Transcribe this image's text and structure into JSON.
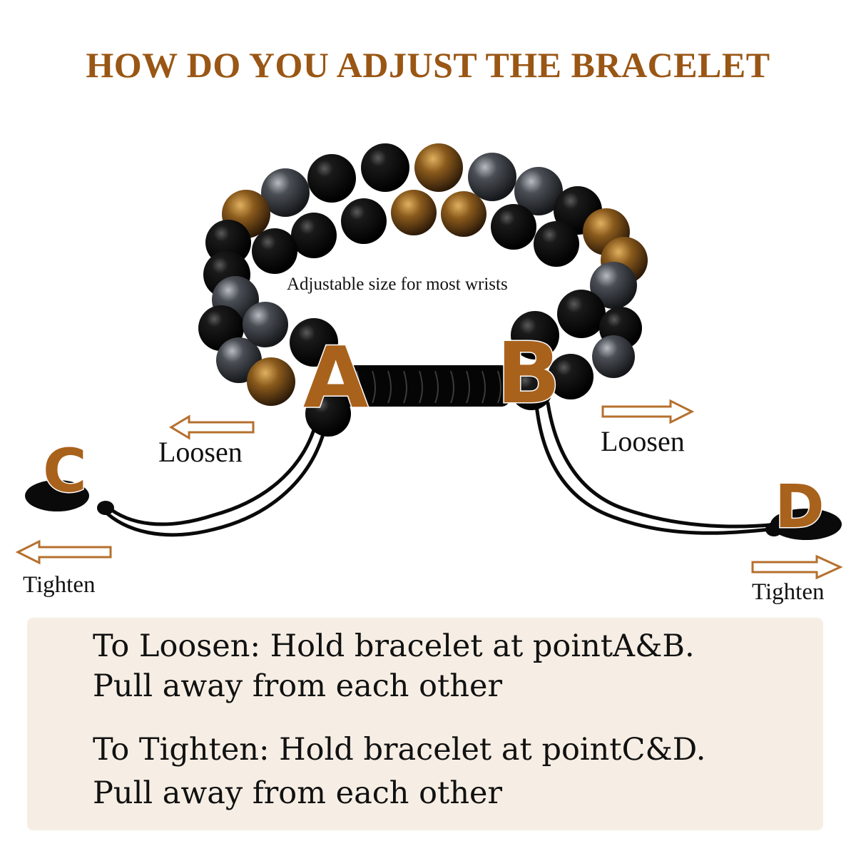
{
  "title": "HOW DO YOU ADJUST THE BRACELET",
  "subtitle": "Adjustable size for most wrists",
  "labels": {
    "loosen_left": "Loosen",
    "loosen_right": "Loosen",
    "tighten_left": "Tighten",
    "tighten_right": "Tighten"
  },
  "points": {
    "a": "A",
    "b": "B",
    "c": "C",
    "d": "D"
  },
  "instructions": {
    "loosen_line1": "To Loosen: Hold bracelet at pointA&B.",
    "loosen_line2": "Pull away from each other",
    "tighten_line1": "To Tighten: Hold bracelet at pointC&D.",
    "tighten_line2": "Pull away from each other"
  },
  "colors": {
    "accent": "#9a5614",
    "tiger_eye": "#8a5a1c",
    "obsidian": "#0c0c0c",
    "hematite": "#3a3d42",
    "panel": "#f6eee4"
  }
}
